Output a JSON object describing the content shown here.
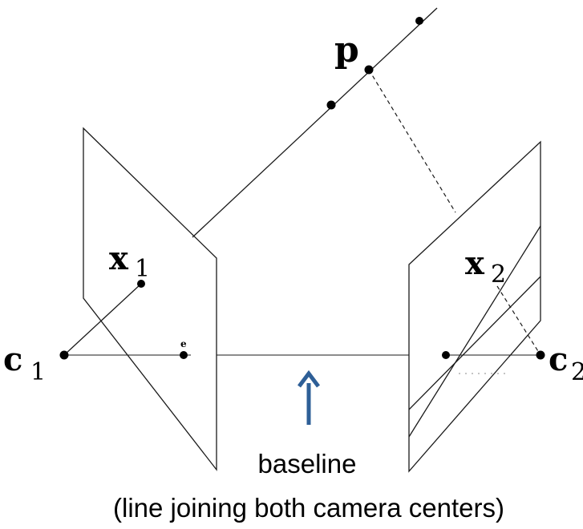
{
  "labels": {
    "point": "p",
    "x1_main": "x",
    "x1_sub": "1",
    "x2_main": "x",
    "x2_sub": "2",
    "c1_main": "c",
    "c1_sub": "1",
    "c2_main": "c",
    "c2_sub": "2",
    "epipole": "e"
  },
  "caption": {
    "line1": "baseline",
    "line2": "(line joining both camera centers)"
  },
  "colors": {
    "arrow": "#2e5f97",
    "ink": "#000000"
  }
}
